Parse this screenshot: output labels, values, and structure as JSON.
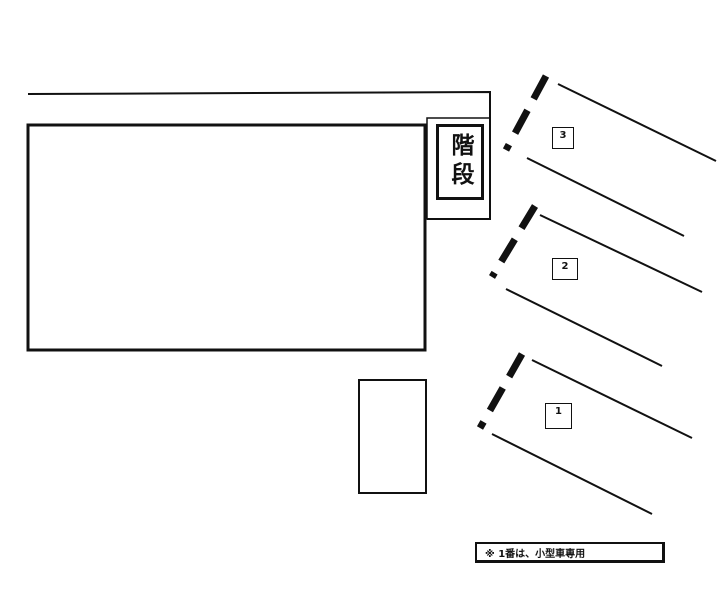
{
  "diagram": {
    "stairs_label": "階段",
    "parking_spaces": [
      {
        "number": "3"
      },
      {
        "number": "2"
      },
      {
        "number": "1"
      }
    ],
    "note": "※ 1番は、小型車専用",
    "line_color": "#111111"
  }
}
